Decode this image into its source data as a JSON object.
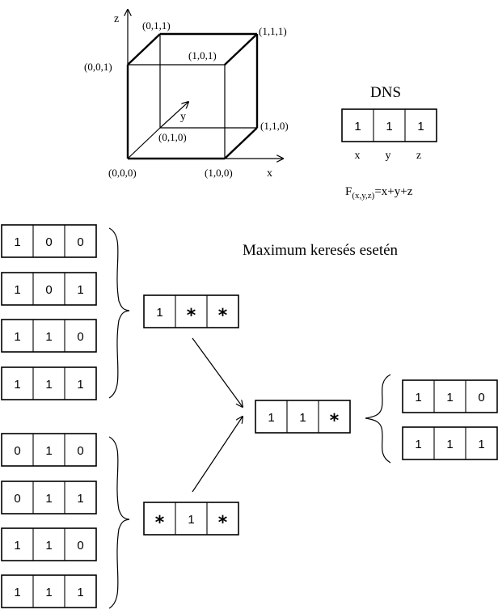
{
  "cube": {
    "vertices": {
      "v000": "(0,0,0)",
      "v100": "(1,0,0)",
      "v010": "(0,1,0)",
      "v110": "(1,1,0)",
      "v001": "(0,0,1)",
      "v101": "(1,0,1)",
      "v011": "(0,1,1)",
      "v111": "(1,1,1)"
    },
    "axes": {
      "x": "x",
      "y": "y",
      "z": "z"
    }
  },
  "dns": {
    "title": "DNS",
    "cells": [
      "1",
      "1",
      "1"
    ],
    "var_labels": [
      "x",
      "y",
      "z"
    ],
    "formula": {
      "main": "F",
      "sub": "(x,y,z)",
      "rest": "=x+y+z"
    }
  },
  "heading": "Maximum keresés esetén",
  "left_group_a": [
    [
      "1",
      "0",
      "0"
    ],
    [
      "1",
      "0",
      "1"
    ],
    [
      "1",
      "1",
      "0"
    ],
    [
      "1",
      "1",
      "1"
    ]
  ],
  "left_group_b": [
    [
      "0",
      "1",
      "0"
    ],
    [
      "0",
      "1",
      "1"
    ],
    [
      "1",
      "1",
      "0"
    ],
    [
      "1",
      "1",
      "1"
    ]
  ],
  "pattern_a": [
    "1",
    "*",
    "*"
  ],
  "pattern_b": [
    "*",
    "1",
    "*"
  ],
  "pattern_result": [
    "1",
    "1",
    "*"
  ],
  "result_group": [
    [
      "1",
      "1",
      "0"
    ],
    [
      "1",
      "1",
      "1"
    ]
  ]
}
